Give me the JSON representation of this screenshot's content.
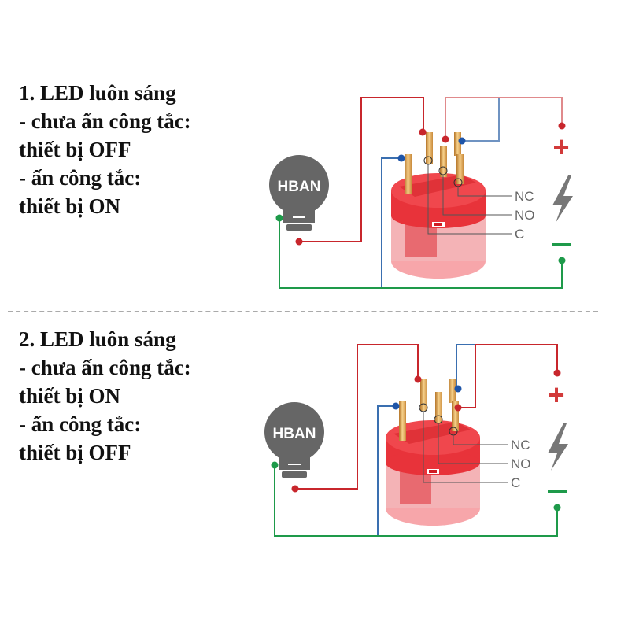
{
  "panels": [
    {
      "caption": [
        "1. LED luôn sáng",
        "- chưa ấn công tắc:",
        "thiết bị OFF",
        "- ấn công tắc:",
        "thiết bị ON"
      ],
      "bulb_label": "HBAN",
      "terminal_labels": [
        "NC",
        "NO",
        "C"
      ],
      "plus_sign": "+",
      "minus_sign": "–"
    },
    {
      "caption": [
        "2. LED luôn sáng",
        "- chưa ấn công tắc:",
        "thiết bị ON",
        "- ấn công tắc:",
        "thiết bị OFF"
      ],
      "bulb_label": "HBAN",
      "terminal_labels": [
        "NC",
        "NO",
        "C"
      ],
      "plus_sign": "+",
      "minus_sign": "–"
    }
  ],
  "colors": {
    "red_wire": "#c8262c",
    "blue_wire": "#3a6fb0",
    "green_wire": "#1e9a4a",
    "bulb": "#666666",
    "switch_body": "#e8333a"
  }
}
